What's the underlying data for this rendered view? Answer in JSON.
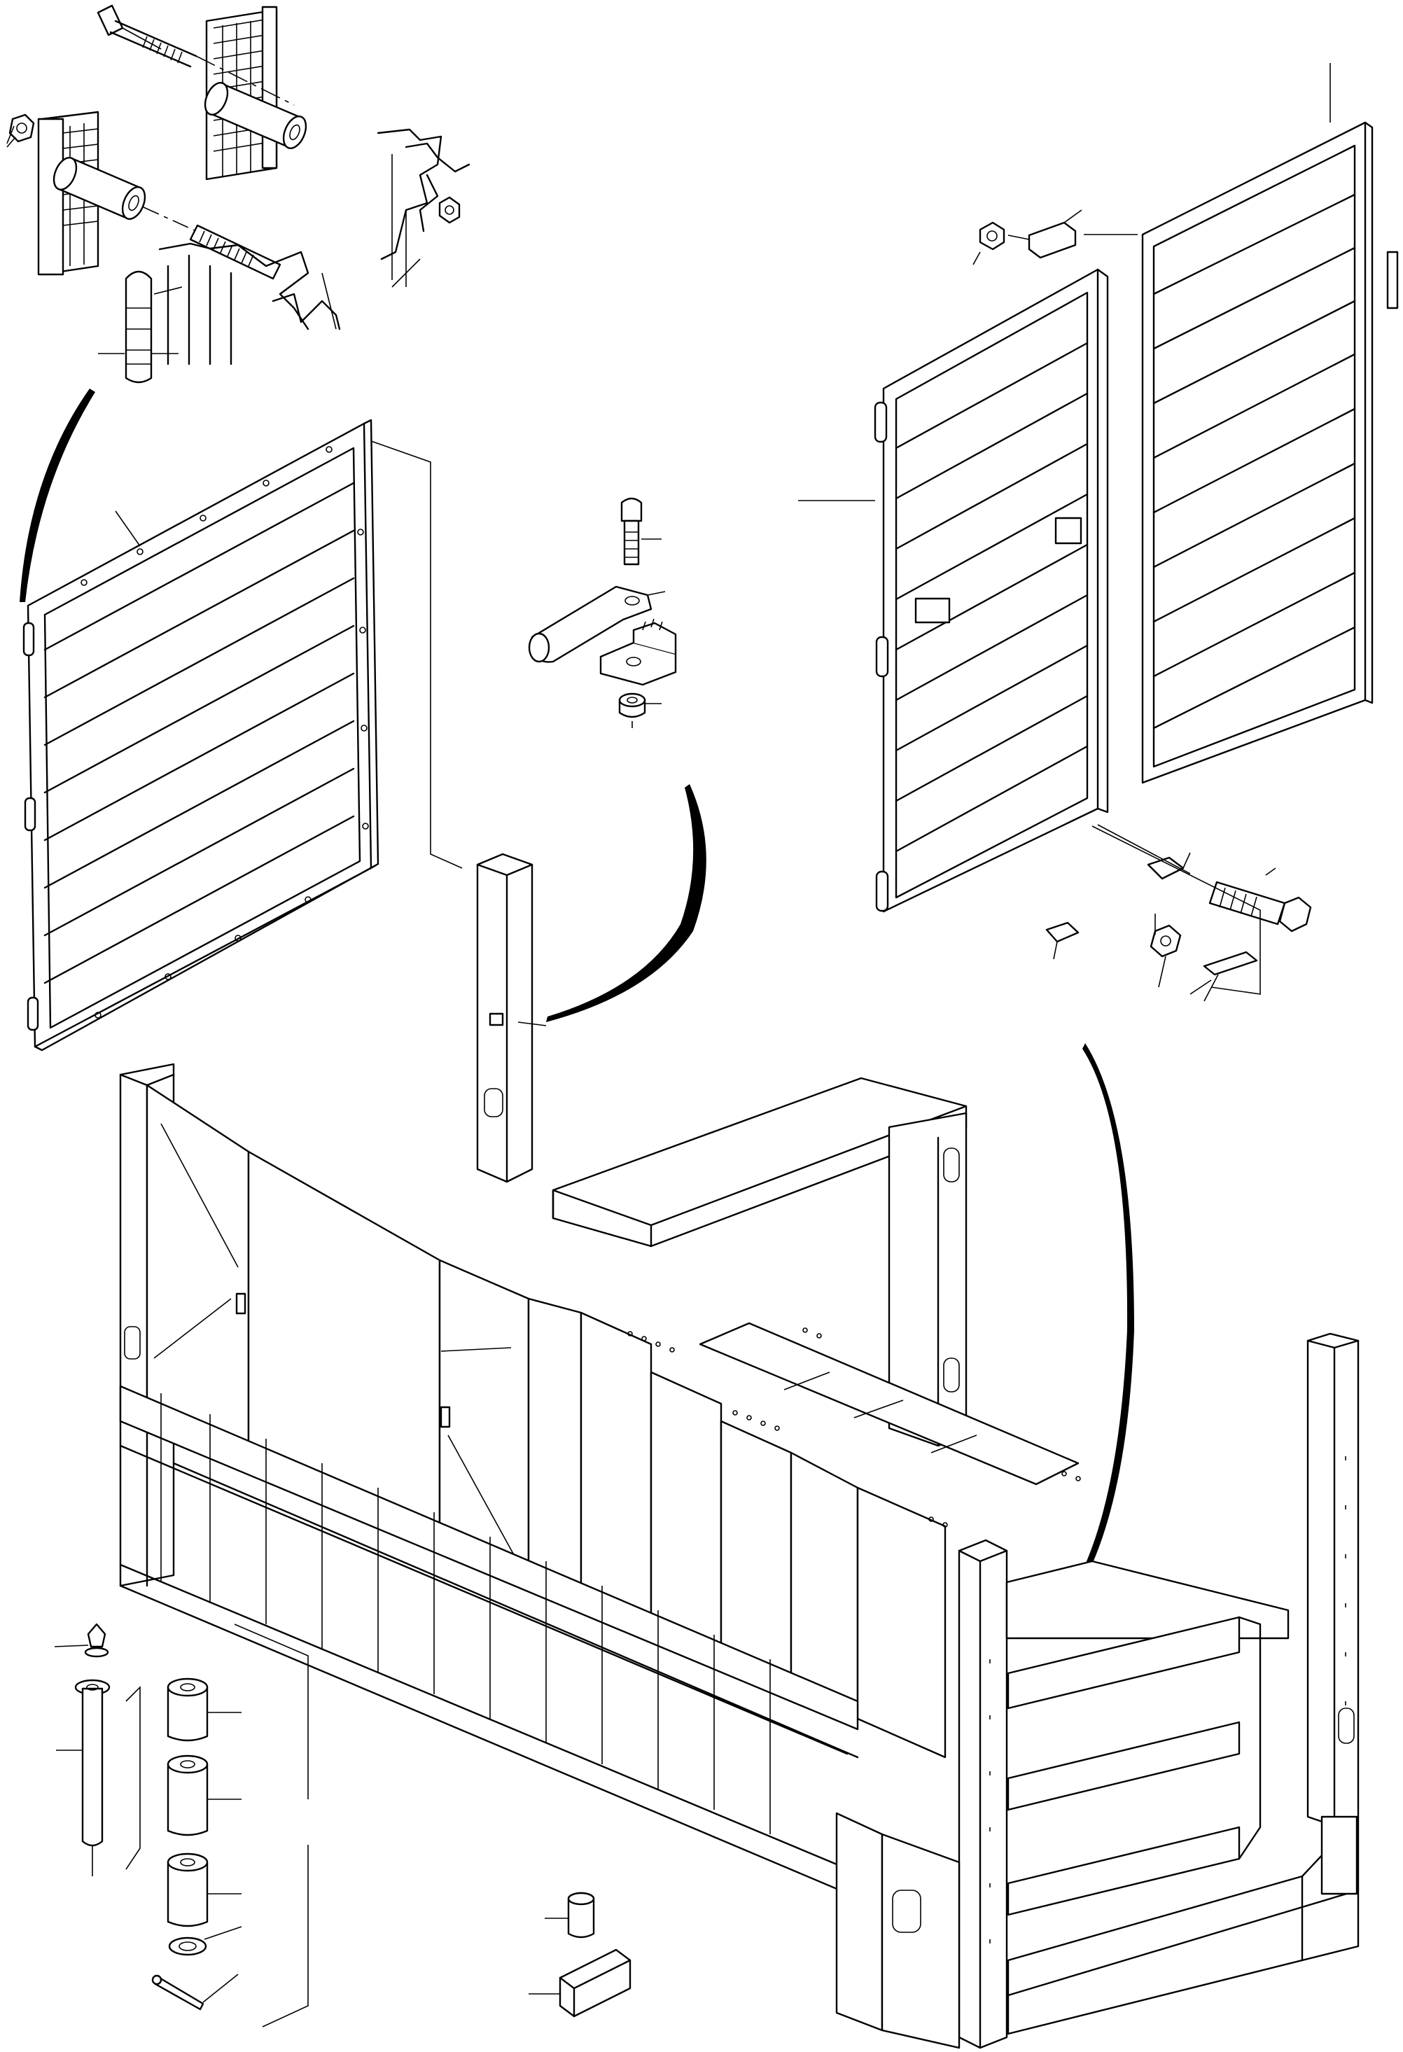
{
  "diagram": {
    "kind": "exploded-parts-drawing",
    "colors": {
      "ink": "#000000",
      "paper": "#ffffff"
    },
    "components": [
      "top-left-hinge-pin-detail",
      "left-grille-panel",
      "center-bracket-detail",
      "right-double-grille-panel",
      "main-frame-assembly",
      "bottom-left-hinge-stack",
      "bottom-center-small-parts"
    ],
    "texts": []
  }
}
